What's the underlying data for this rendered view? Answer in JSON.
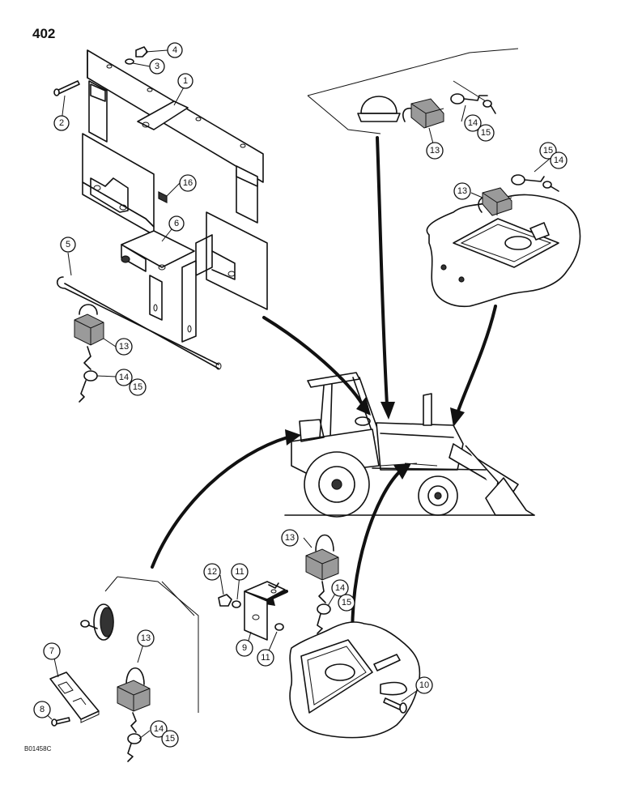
{
  "page": {
    "number": "402",
    "drawing_code": "B01458C"
  },
  "callouts": [
    {
      "id": "c1",
      "label": "1"
    },
    {
      "id": "c2",
      "label": "2"
    },
    {
      "id": "c3",
      "label": "3"
    },
    {
      "id": "c4",
      "label": "4"
    },
    {
      "id": "c5",
      "label": "5"
    },
    {
      "id": "c6",
      "label": "6"
    },
    {
      "id": "c16",
      "label": "16"
    },
    {
      "id": "c13a",
      "label": "13"
    },
    {
      "id": "c14a",
      "label": "14"
    },
    {
      "id": "c15a",
      "label": "15"
    },
    {
      "id": "c13b",
      "label": "13"
    },
    {
      "id": "c14b",
      "label": "14"
    },
    {
      "id": "c15b",
      "label": "15"
    },
    {
      "id": "c13c",
      "label": "13"
    },
    {
      "id": "c15c",
      "label": "15"
    },
    {
      "id": "c14c",
      "label": "14"
    },
    {
      "id": "c13d",
      "label": "13"
    },
    {
      "id": "c14d",
      "label": "14"
    },
    {
      "id": "c15d",
      "label": "15"
    },
    {
      "id": "c12",
      "label": "12"
    },
    {
      "id": "c11a",
      "label": "11"
    },
    {
      "id": "c9",
      "label": "9"
    },
    {
      "id": "c11b",
      "label": "11"
    },
    {
      "id": "c10",
      "label": "10"
    },
    {
      "id": "c7",
      "label": "7"
    },
    {
      "id": "c8",
      "label": "8"
    },
    {
      "id": "c13e",
      "label": "13"
    },
    {
      "id": "c14e",
      "label": "14"
    },
    {
      "id": "c15e",
      "label": "15"
    }
  ]
}
